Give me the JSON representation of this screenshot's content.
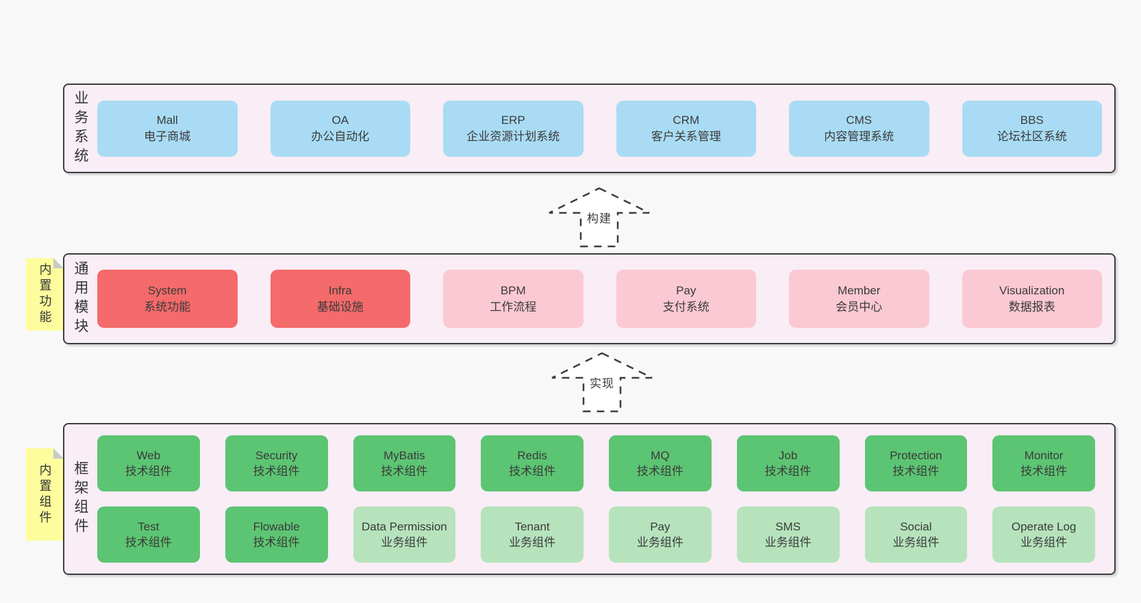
{
  "colors": {
    "page-bg": "#f8f8f8",
    "container-bg": "#f9edf6",
    "container-border": "#3d3d3d",
    "box-blue": "#a9dcf4",
    "box-red": "#f56a6a",
    "box-pink": "#fbc9d3",
    "box-green": "#5cc573",
    "box-lightgreen": "#b6e3bc",
    "note-yellow": "#fdfd9d",
    "note-fold": "#c9c9c9",
    "text": "#3a3a3a"
  },
  "arrows": {
    "build": {
      "label": "构建"
    },
    "implement": {
      "label": "实现"
    }
  },
  "layers": {
    "business": {
      "label": "业务系统",
      "boxes": [
        {
          "name": "Mall",
          "desc": "电子商城"
        },
        {
          "name": "OA",
          "desc": "办公自动化"
        },
        {
          "name": "ERP",
          "desc": "企业资源计划系统"
        },
        {
          "name": "CRM",
          "desc": "客户关系管理"
        },
        {
          "name": "CMS",
          "desc": "内容管理系统"
        },
        {
          "name": "BBS",
          "desc": "论坛社区系统"
        }
      ]
    },
    "modules": {
      "label": "通用模块",
      "note": "内置功能",
      "boxes": [
        {
          "name": "System",
          "desc": "系统功能",
          "variant": "red"
        },
        {
          "name": "Infra",
          "desc": "基础设施",
          "variant": "red"
        },
        {
          "name": "BPM",
          "desc": "工作流程",
          "variant": "pink"
        },
        {
          "name": "Pay",
          "desc": "支付系统",
          "variant": "pink"
        },
        {
          "name": "Member",
          "desc": "会员中心",
          "variant": "pink"
        },
        {
          "name": "Visualization",
          "desc": "数据报表",
          "variant": "pink"
        }
      ]
    },
    "components": {
      "label": "框架组件",
      "note": "内置组件",
      "row1": [
        {
          "name": "Web",
          "desc": "技术组件",
          "variant": "green"
        },
        {
          "name": "Security",
          "desc": "技术组件",
          "variant": "green"
        },
        {
          "name": "MyBatis",
          "desc": "技术组件",
          "variant": "green"
        },
        {
          "name": "Redis",
          "desc": "技术组件",
          "variant": "green"
        },
        {
          "name": "MQ",
          "desc": "技术组件",
          "variant": "green"
        },
        {
          "name": "Job",
          "desc": "技术组件",
          "variant": "green"
        },
        {
          "name": "Protection",
          "desc": "技术组件",
          "variant": "green"
        },
        {
          "name": "Monitor",
          "desc": "技术组件",
          "variant": "green"
        }
      ],
      "row2": [
        {
          "name": "Test",
          "desc": "技术组件",
          "variant": "green"
        },
        {
          "name": "Flowable",
          "desc": "技术组件",
          "variant": "green"
        },
        {
          "name": "Data Permission",
          "desc": "业务组件",
          "variant": "lightgreen"
        },
        {
          "name": "Tenant",
          "desc": "业务组件",
          "variant": "lightgreen"
        },
        {
          "name": "Pay",
          "desc": "业务组件",
          "variant": "lightgreen"
        },
        {
          "name": "SMS",
          "desc": "业务组件",
          "variant": "lightgreen"
        },
        {
          "name": "Social",
          "desc": "业务组件",
          "variant": "lightgreen"
        },
        {
          "name": "Operate Log",
          "desc": "业务组件",
          "variant": "lightgreen"
        }
      ]
    }
  }
}
